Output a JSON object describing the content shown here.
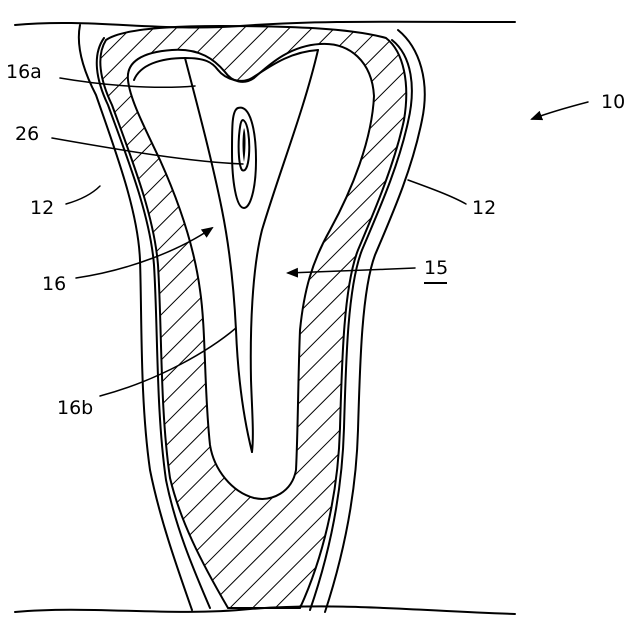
{
  "labels": {
    "label_10": "10",
    "label_12_left": "12",
    "label_12_right": "12",
    "label_16a": "16a",
    "label_26": "26",
    "label_16": "16",
    "label_15": "15",
    "label_16b": "16b"
  }
}
